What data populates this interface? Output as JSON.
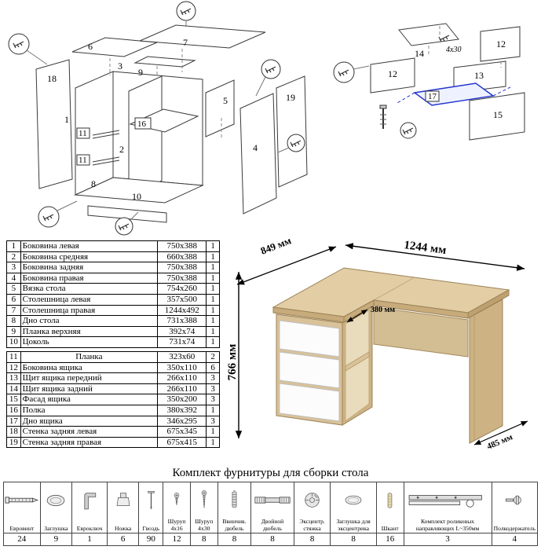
{
  "diagrams": {
    "main": {
      "p1": "1",
      "p2": "2",
      "p3": "3",
      "p4": "4",
      "p5": "5",
      "p6": "6",
      "p7": "7",
      "p8": "8",
      "p9": "9",
      "p10": "10",
      "p11": "11",
      "p16": "16",
      "p18": "18",
      "p19": "19"
    },
    "drawer": {
      "p12": "12",
      "p13": "13",
      "p14": "14",
      "p15": "15",
      "p17": "17",
      "screw_size": "4х30"
    },
    "accent_blue": "#2233cc"
  },
  "parts_table": {
    "rows": [
      {
        "num": "1",
        "name": "Боковина левая",
        "size": "750x388",
        "qty": "1"
      },
      {
        "num": "2",
        "name": "Боковина средняя",
        "size": "660x388",
        "qty": "1"
      },
      {
        "num": "3",
        "name": "Боковина задняя",
        "size": "750x388",
        "qty": "1"
      },
      {
        "num": "4",
        "name": "Боковина правая",
        "size": "750x388",
        "qty": "1"
      },
      {
        "num": "5",
        "name": "Вязка стола",
        "size": "754x260",
        "qty": "1"
      },
      {
        "num": "6",
        "name": "Столешница левая",
        "size": "357x500",
        "qty": "1"
      },
      {
        "num": "7",
        "name": "Столешница правая",
        "size": "1244x492",
        "qty": "1"
      },
      {
        "num": "8",
        "name": "Дно стола",
        "size": "731x388",
        "qty": "1"
      },
      {
        "num": "9",
        "name": "Планка верхняя",
        "size": "392x74",
        "qty": "1"
      },
      {
        "num": "10",
        "name": "Цоколь",
        "size": "731x74",
        "qty": "1"
      },
      {
        "num": "11",
        "name": "Планка",
        "size": "323x60",
        "qty": "2"
      },
      {
        "num": "12",
        "name": "Боковина ящика",
        "size": "350x110",
        "qty": "6"
      },
      {
        "num": "13",
        "name": "Щит ящика передний",
        "size": "266x110",
        "qty": "3"
      },
      {
        "num": "14",
        "name": "Щит ящика задний",
        "size": "266x110",
        "qty": "3"
      },
      {
        "num": "15",
        "name": "Фасад ящика",
        "size": "350x200",
        "qty": "3"
      },
      {
        "num": "16",
        "name": "Полка",
        "size": "380x392",
        "qty": "1"
      },
      {
        "num": "17",
        "name": "Дно ящика",
        "size": "346x295",
        "qty": "3"
      },
      {
        "num": "18",
        "name": "Стенка задняя левая",
        "size": "675x345",
        "qty": "1"
      },
      {
        "num": "19",
        "name": "Стенка задняя правая",
        "size": "675x415",
        "qty": "1"
      }
    ]
  },
  "desk": {
    "dims": {
      "left_depth": "849 мм",
      "width": "1244 мм",
      "height": "766 мм",
      "shelf": "380 мм",
      "right_depth": "485 мм"
    },
    "colors": {
      "oak": "#d9c299",
      "oak_dark": "#c8ab7b",
      "drawer": "#fcfcfc"
    }
  },
  "hardware": {
    "title": "Комплект фурнитуры для сборки стола",
    "items": [
      {
        "label": "Евровинт",
        "qty": "24",
        "icon": "confirmat-screw-icon"
      },
      {
        "label": "Заглушка",
        "qty": "9",
        "icon": "cap-icon"
      },
      {
        "label": "Евроключ",
        "qty": "1",
        "icon": "hex-key-icon"
      },
      {
        "label": "Ножка",
        "qty": "6",
        "icon": "leg-icon"
      },
      {
        "label": "Гвоздь",
        "qty": "90",
        "icon": "nail-icon"
      },
      {
        "label": "Шуруп 4х16",
        "qty": "12",
        "icon": "screw-short-icon"
      },
      {
        "label": "Шуруп 4х30",
        "qty": "8",
        "icon": "screw-long-icon"
      },
      {
        "label": "Ввинчив. дюбель",
        "qty": "8",
        "icon": "threaded-dowel-icon"
      },
      {
        "label": "Двойной дюбель",
        "qty": "8",
        "icon": "double-dowel-icon"
      },
      {
        "label": "Эксцентр. стяжка",
        "qty": "8",
        "icon": "cam-lock-icon"
      },
      {
        "label": "Заглушка для эксцентрика",
        "qty": "8",
        "icon": "cam-cap-icon"
      },
      {
        "label": "Шкант",
        "qty": "16",
        "icon": "wood-dowel-icon"
      },
      {
        "label": "Комплект роликовых направляющих L~350мм",
        "qty": "3",
        "icon": "drawer-slide-icon"
      },
      {
        "label": "Полкодержатель",
        "qty": "4",
        "icon": "shelf-pin-icon"
      }
    ]
  }
}
